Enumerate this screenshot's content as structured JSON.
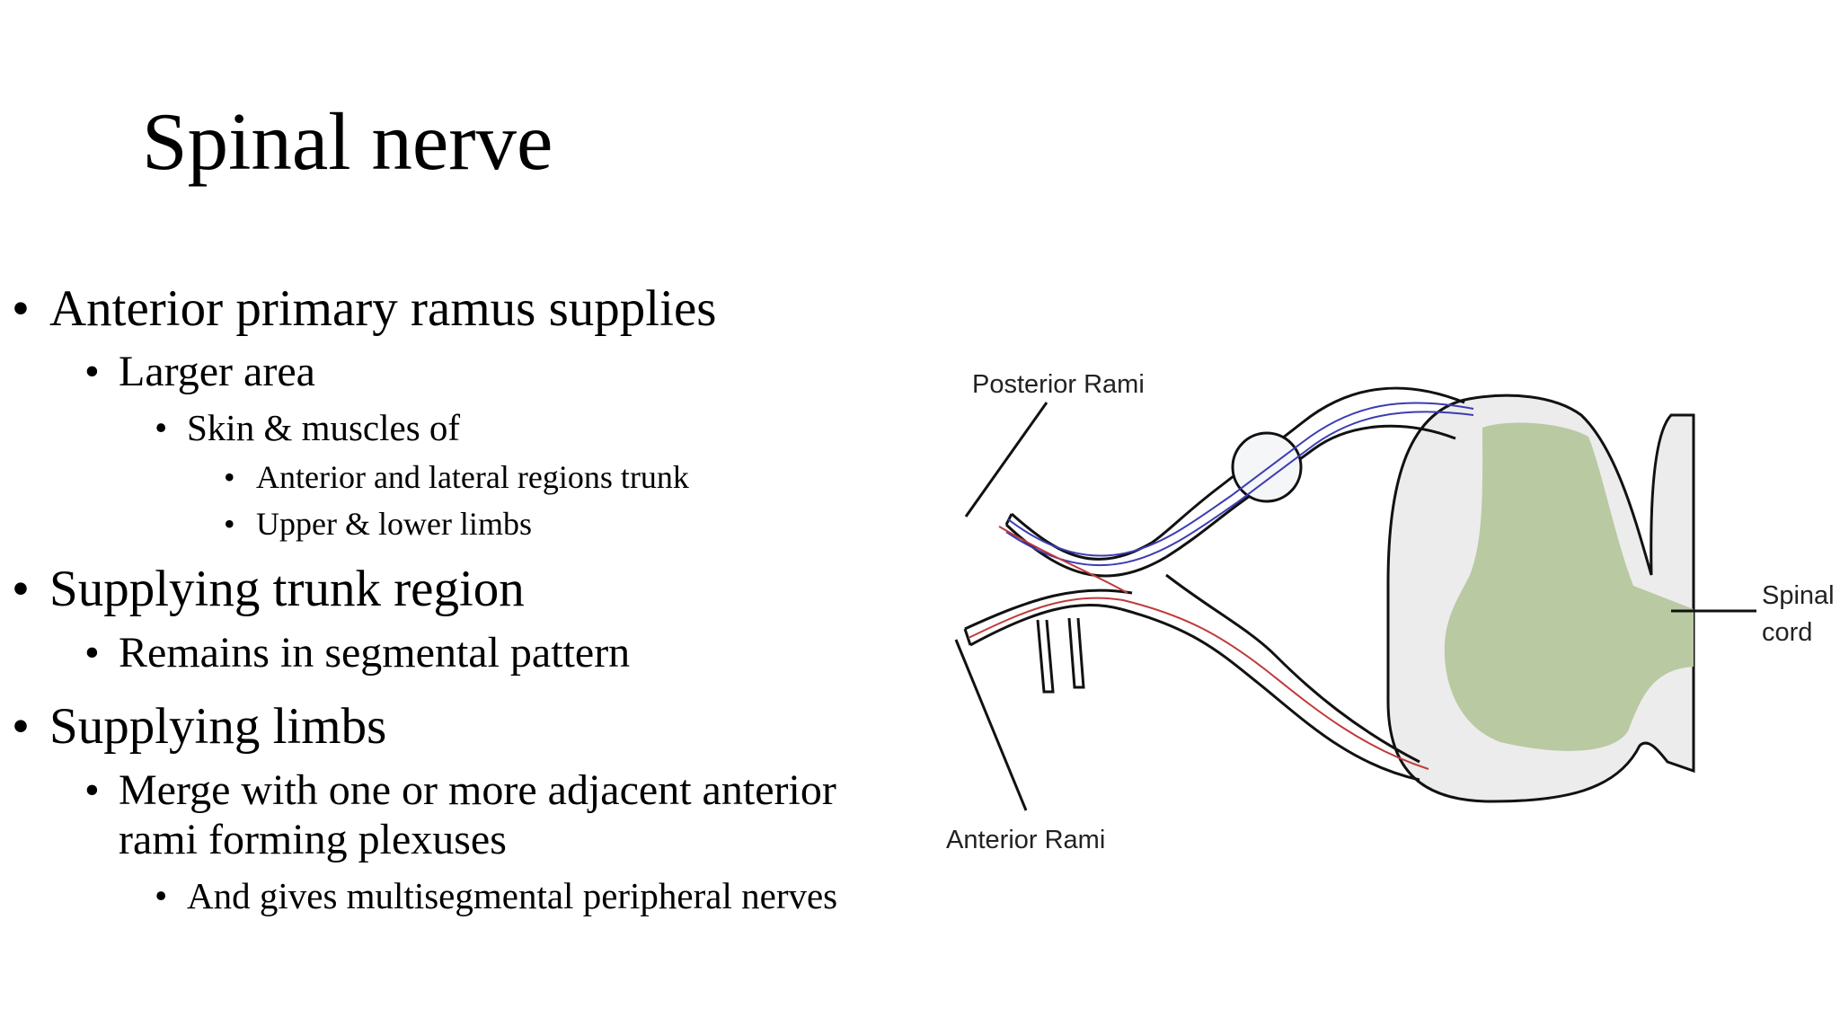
{
  "slide": {
    "title": "Spinal nerve",
    "bullets": [
      {
        "level": 1,
        "text": "Anterior primary ramus supplies"
      },
      {
        "level": 2,
        "text": "Larger area"
      },
      {
        "level": 3,
        "text": "Skin & muscles of"
      },
      {
        "level": 4,
        "text": "Anterior and lateral regions trunk"
      },
      {
        "level": 4,
        "text": "Upper & lower limbs"
      },
      {
        "level": 1,
        "text": "Supplying trunk region"
      },
      {
        "level": 2,
        "text": "Remains in segmental pattern"
      },
      {
        "level": 1,
        "text": "Supplying limbs"
      },
      {
        "level": 2,
        "text": "Merge with one or more adjacent anterior"
      },
      {
        "level": 2,
        "text": "rami forming plexuses"
      },
      {
        "level": 3,
        "text": "And gives multisegmental peripheral nerves"
      }
    ],
    "bullet_glyph": "•"
  },
  "diagram": {
    "labels": {
      "posterior": "Posterior Rami",
      "anterior": "Anterior Rami",
      "spinal_1": "Spinal",
      "spinal_2": "cord"
    },
    "colors": {
      "grey_matter": "#b9c9a2",
      "white_matter": "#ececec",
      "sensory_fiber": "#3c3cb4",
      "motor_fiber": "#c0393b",
      "outline": "#111111"
    }
  }
}
